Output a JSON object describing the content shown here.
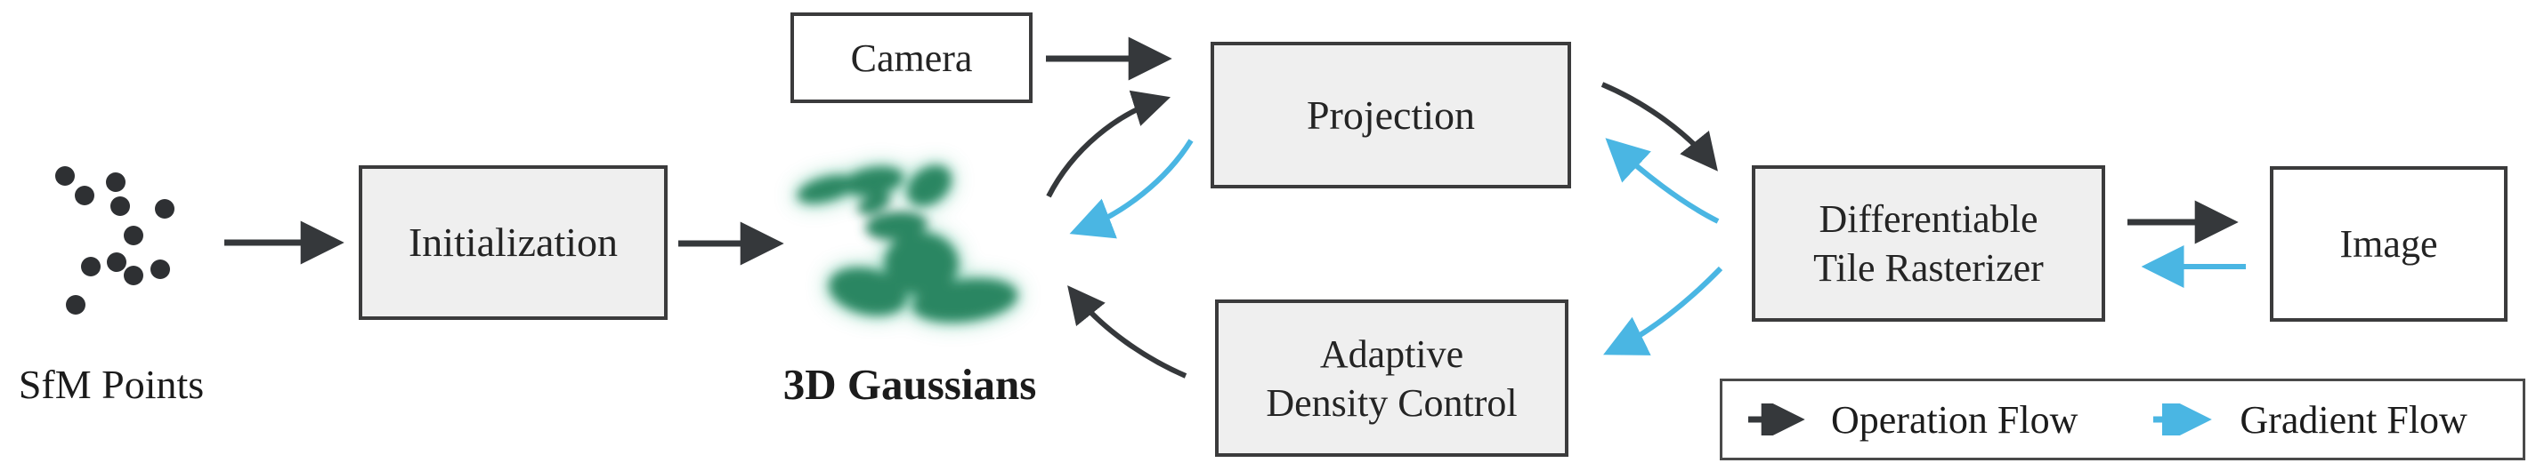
{
  "diagram": {
    "colors": {
      "operation_flow": "#35383b",
      "gradient_flow": "#4ab6e3",
      "box_fill": "#efefef",
      "box_border": "#3b3b3c",
      "gaussian_green": "#2a8662",
      "gaussian_halo": "#4cbb92",
      "point_dot": "#2e3033"
    },
    "nodes": {
      "sfm_points": {
        "label": "SfM Points"
      },
      "initialization": {
        "label": "Initialization"
      },
      "camera": {
        "label": "Camera"
      },
      "gaussians": {
        "label": "3D Gaussians"
      },
      "projection": {
        "label": "Projection"
      },
      "adaptive_density_control": {
        "lines": [
          "Adaptive",
          "Density Control"
        ]
      },
      "differentiable_tile_rasterizer": {
        "lines": [
          "Differentiable",
          "Tile Rasterizer"
        ]
      },
      "image": {
        "label": "Image"
      }
    },
    "legend": {
      "operation_flow": "Operation Flow",
      "gradient_flow": "Gradient Flow"
    }
  }
}
